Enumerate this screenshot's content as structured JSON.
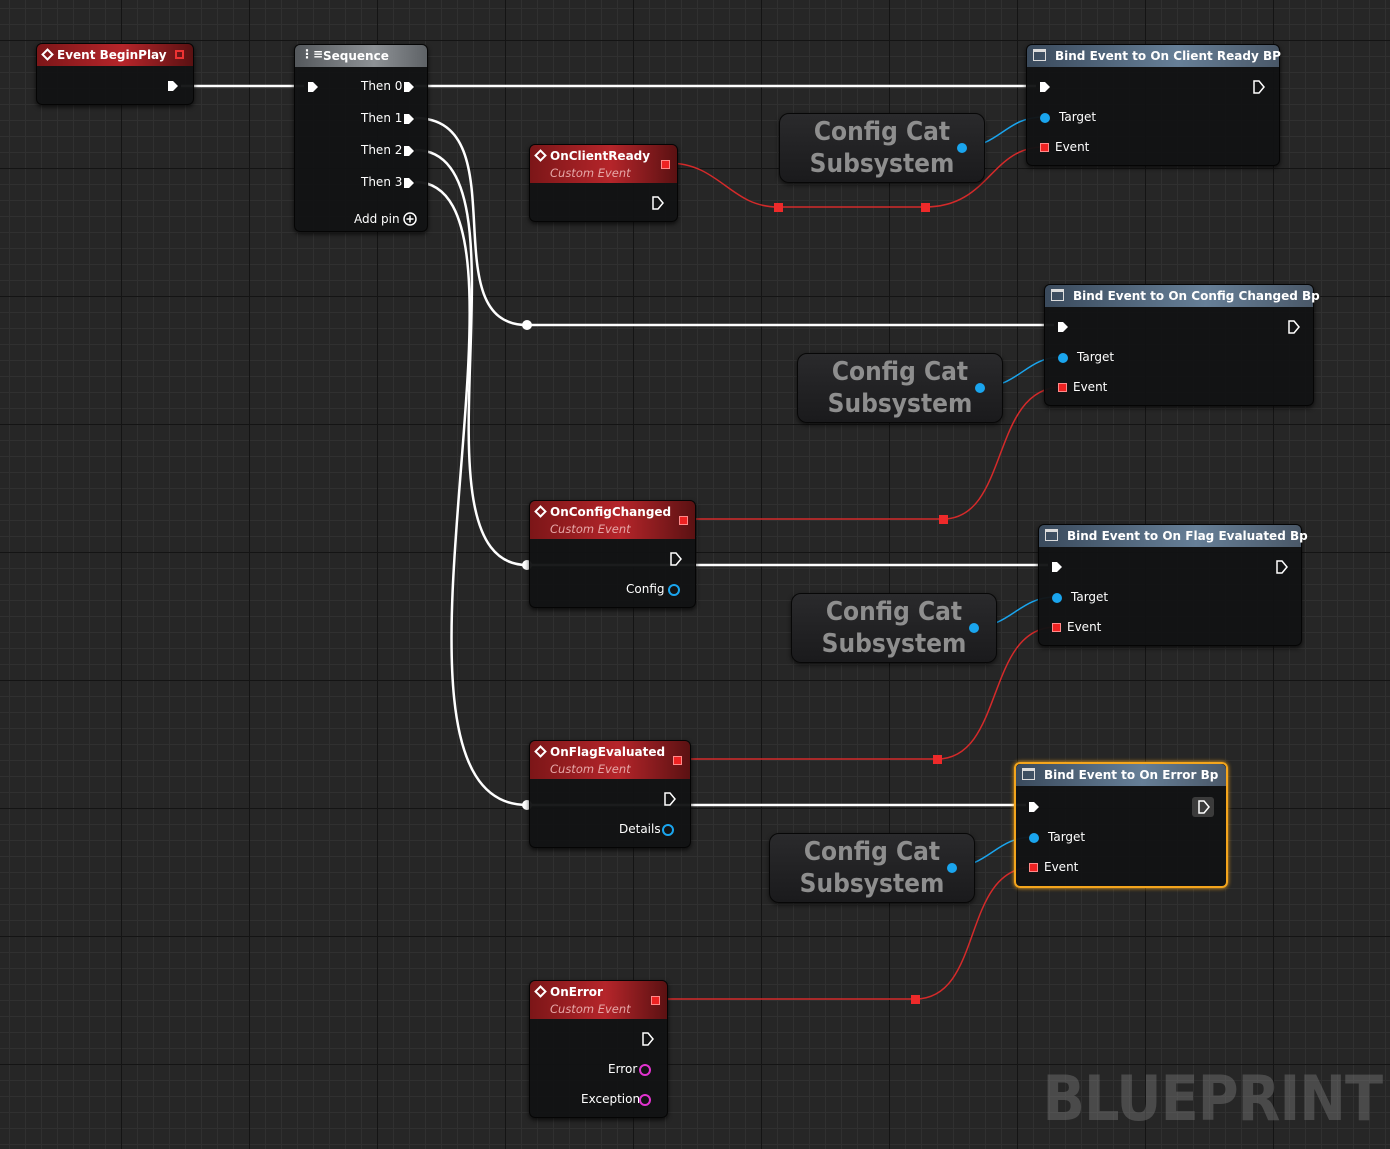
{
  "watermark": "BLUEPRINT",
  "colors": {
    "exec": "#ffffff",
    "delegate": "#e52525",
    "object": "#1aa5ee",
    "struct": "#e233d0",
    "selection": "#f4a51c"
  },
  "nodes": {
    "begin_play": {
      "title": "Event BeginPlay",
      "icon": "event-diamond-icon"
    },
    "sequence": {
      "title": "Sequence",
      "icon": "sequence-icon",
      "outputs": [
        "Then 0",
        "Then 1",
        "Then 2",
        "Then 3"
      ],
      "add_pin": "Add pin"
    },
    "on_client_ready": {
      "title": "OnClientReady",
      "subtitle": "Custom Event"
    },
    "on_config_changed": {
      "title": "OnConfigChanged",
      "subtitle": "Custom Event",
      "outputs": [
        "Config"
      ]
    },
    "on_flag_evaluated": {
      "title": "OnFlagEvaluated",
      "subtitle": "Custom Event",
      "outputs": [
        "Details"
      ]
    },
    "on_error": {
      "title": "OnError",
      "subtitle": "Custom Event",
      "outputs": [
        "Error",
        "Exception"
      ]
    },
    "bind_client_ready": {
      "title": "Bind Event to On Client Ready BP",
      "target": "Target",
      "event": "Event"
    },
    "bind_config_changed": {
      "title": "Bind Event to On Config Changed Bp",
      "target": "Target",
      "event": "Event"
    },
    "bind_flag_evaluated": {
      "title": "Bind Event to On Flag Evaluated Bp",
      "target": "Target",
      "event": "Event"
    },
    "bind_error": {
      "title": "Bind Event to On Error Bp",
      "target": "Target",
      "event": "Event",
      "selected": true
    }
  },
  "subsystem": {
    "line1": "Config Cat",
    "line2": "Subsystem"
  }
}
